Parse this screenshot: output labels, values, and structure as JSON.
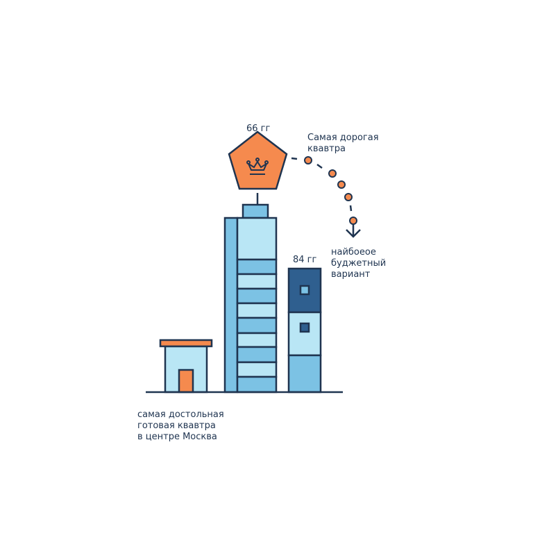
{
  "labels": {
    "top_price": "66 гг",
    "mid_price": "84 гг",
    "expensive": [
      "Самая дорогая",
      "квавтра"
    ],
    "budget": [
      "найбоеое",
      "буджетный",
      "вариант"
    ],
    "cheapest": [
      "самая достольная",
      "готовая квавтра",
      "в центре Москва"
    ]
  },
  "colors": {
    "outline": "#1f3450",
    "orange": "#f58a4e",
    "light_blue": "#b9e6f5",
    "mid_blue": "#7cc2e4",
    "dark_blue": "#2f5f8f"
  },
  "icons": [
    "crown-icon",
    "arrow-down-icon"
  ]
}
